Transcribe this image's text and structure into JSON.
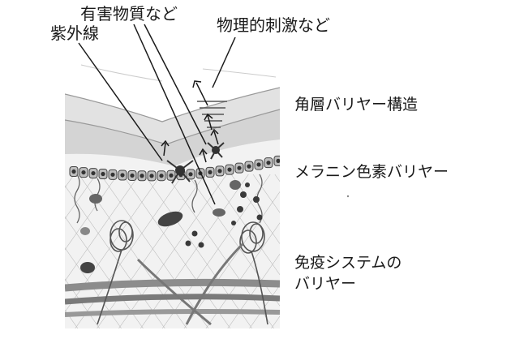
{
  "labels": {
    "uv": "紫外線",
    "harmful": "有害物質など",
    "physical": "物理的刺激など",
    "stratum_corneum": "角層バリヤー構造",
    "melanin": "メラニン色素バリヤー",
    "immune_line1": "免疫システムの",
    "immune_line2": "バリヤー"
  },
  "colors": {
    "background": "#ffffff",
    "text": "#1a1a1a",
    "skin_light": "#e6e6e6",
    "skin_mid": "#cfcfcf",
    "cells": "#8a8a8a",
    "dark": "#333333"
  }
}
